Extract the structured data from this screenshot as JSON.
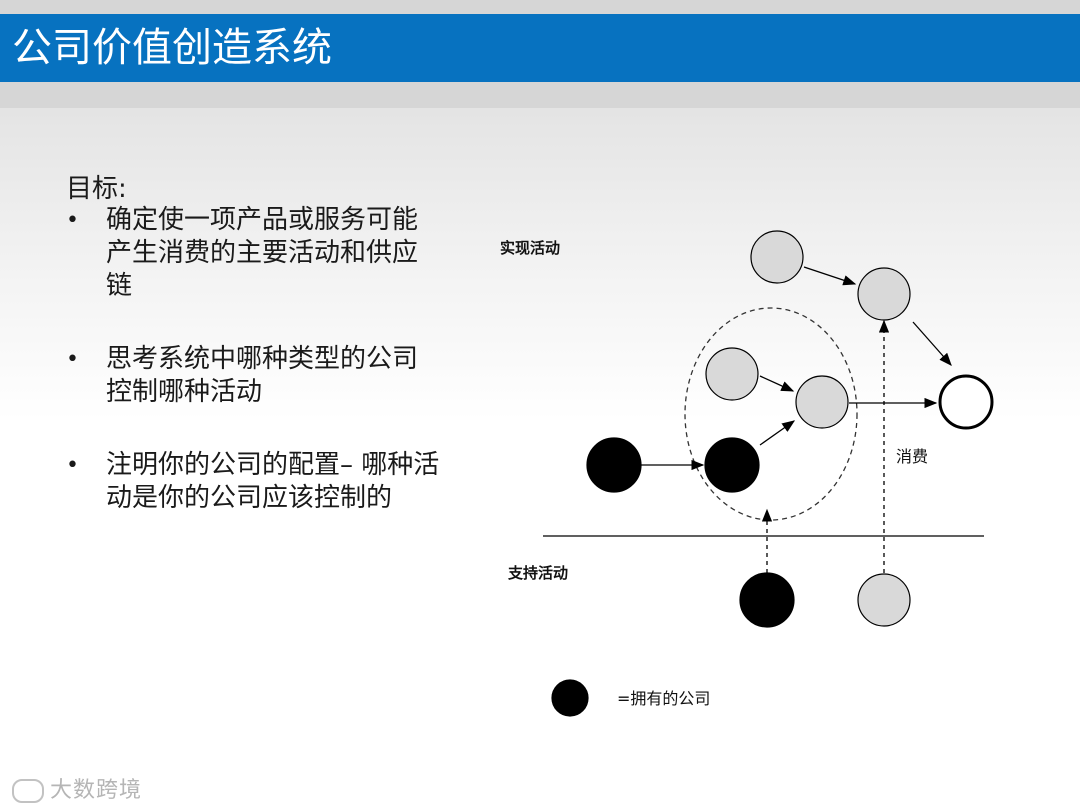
{
  "slide": {
    "title": "公司价值创造系统",
    "goal_heading": "目标:",
    "bullets": [
      "确定使一项产品或服务可能产生消费的主要活动和供应链",
      "思考系统中哪种类型的公司控制哪种活动",
      "注明你的公司的配置– 哪种活动是你的公司应该控制的"
    ]
  },
  "diagram": {
    "label_top": "实现活动",
    "label_bottom": "支持活动",
    "label_consumption": "消费",
    "legend_text": "=拥有的公司",
    "colors": {
      "owned": "#000000",
      "other": "#d9d9d9",
      "final": "#ffffff",
      "accent": "#0772c0"
    }
  },
  "watermark": "大数跨境"
}
